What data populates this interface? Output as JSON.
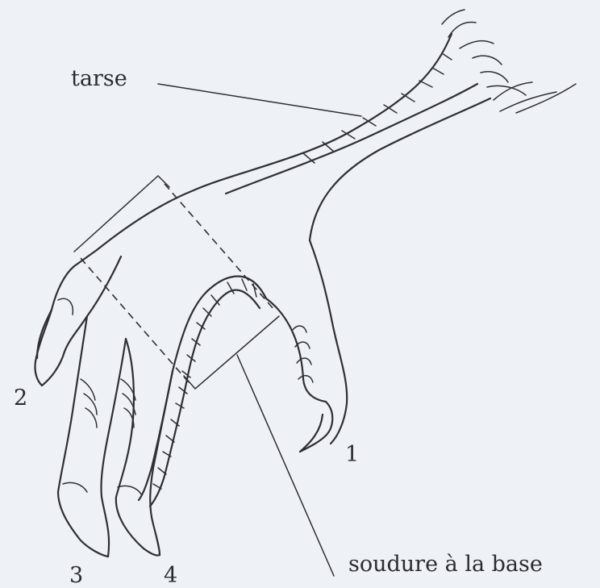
{
  "diagram": {
    "labels": {
      "tarsus": "tarse",
      "toe_1": "1",
      "toe_2": "2",
      "toe_3": "3",
      "toe_4": "4",
      "fusion": "soudure à la base"
    }
  }
}
